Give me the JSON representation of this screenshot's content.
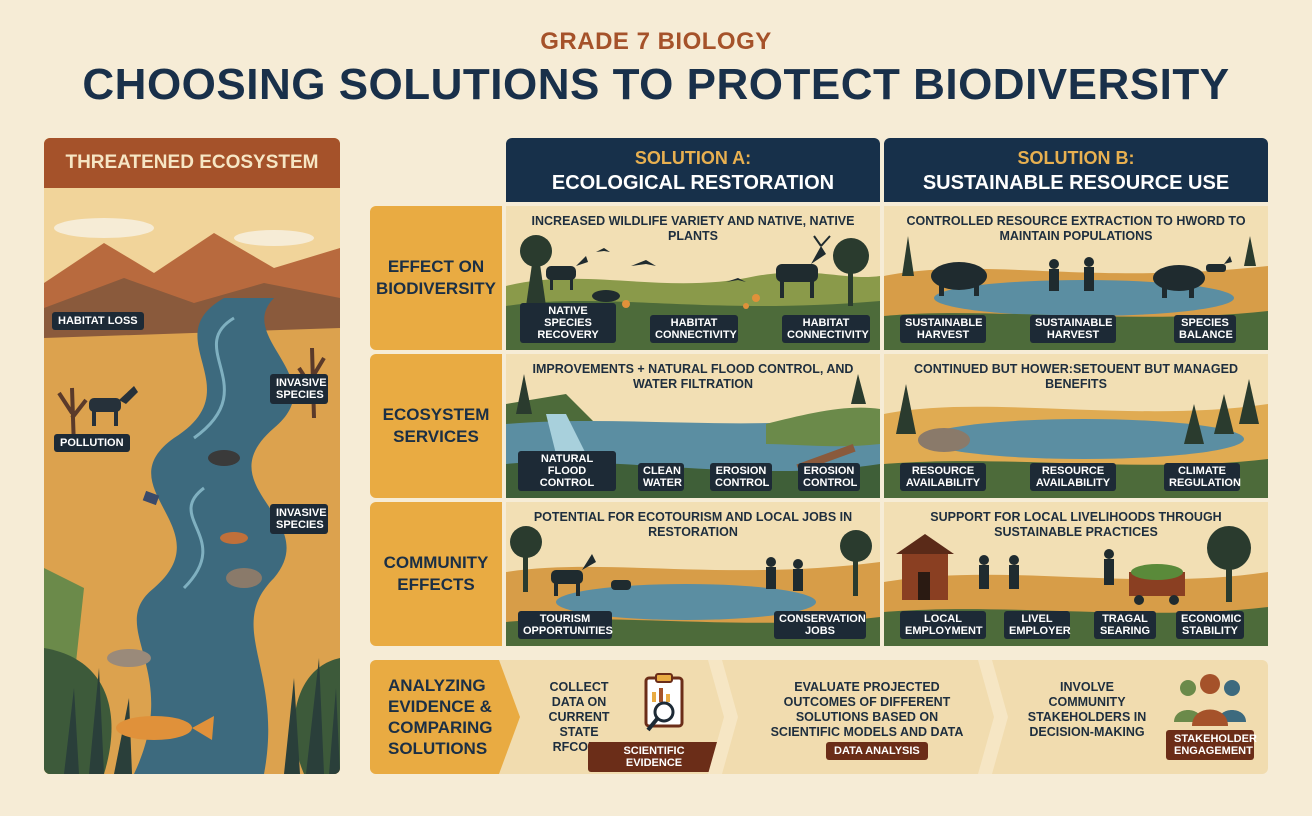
{
  "header": {
    "subtitle": "GRADE 7 BIOLOGY",
    "title": "CHOOSING SOLUTIONS TO PROTECT BIODIVERSITY"
  },
  "left_panel": {
    "title": "THREATENED ECOSYSTEM",
    "tags": [
      "HABITAT LOSS",
      "INVASIVE SPECIES",
      "POLLUTION",
      "INVASIVE SPECIES"
    ]
  },
  "columns": {
    "a": {
      "label": "SOLUTION A:",
      "name": "ECOLOGICAL RESTORATION"
    },
    "b": {
      "label": "SOLUTION B:",
      "name": "SUSTAINABLE RESOURCE USE"
    }
  },
  "rows": [
    {
      "label": "EFFECT ON BIODIVERSITY",
      "a": {
        "text": "INCREASED WILDLIFE VARIETY AND NATIVE, NATIVE PLANTS",
        "tags": [
          "NATIVE SPECIES RECOVERY",
          "HABITAT CONNECTIVITY",
          "HABITAT CONNECTIVITY"
        ]
      },
      "b": {
        "text": "CONTROLLED RESOURCE EXTRACTION TO HWORD TO MAINTAIN POPULATIONS",
        "tags": [
          "SUSTAINABLE HARVEST",
          "SUSTAINABLE HARVEST",
          "SPECIES BALANCE"
        ]
      }
    },
    {
      "label": "ECOSYSTEM SERVICES",
      "a": {
        "text": "IMPROVEMENTS + NATURAL FLOOD CONTROL, AND WATER FILTRATION",
        "tags": [
          "NATURAL FLOOD CONTROL",
          "CLEAN WATER",
          "EROSION CONTROL",
          "EROSION CONTROL"
        ]
      },
      "b": {
        "text": "CONTINUED BUT HOWER:SETOUENT BUT MANAGED BENEFITS",
        "tags": [
          "RESOURCE AVAILABILITY",
          "RESOURCE AVAILABILITY",
          "CLIMATE REGULATION"
        ]
      }
    },
    {
      "label": "COMMUNITY EFFECTS",
      "a": {
        "text": "POTENTIAL FOR ECOTOURISM AND LOCAL JOBS IN RESTORATION",
        "tags": [
          "TOURISM OPPORTUNITIES",
          "CONSERVATION JOBS"
        ]
      },
      "b": {
        "text": "SUPPORT FOR LOCAL LIVELIHOODS THROUGH SUSTAINABLE PRACTICES",
        "tags": [
          "LOCAL EMPLOYMENT",
          "LIVEL EMPLOYER",
          "TRAGAL SEARING",
          "ECONOMIC STABILITY"
        ]
      }
    }
  ],
  "analysis": {
    "label": "ANALYZING EVIDENCE & COMPARING SOLUTIONS",
    "steps": [
      {
        "text": "COLLECT DATA ON CURRENT STATE RFCORE",
        "badge": "SCIENTIFIC EVIDENCE",
        "icon": "clipboard-magnifier-icon"
      },
      {
        "text": "EVALUATE PROJECTED OUTCOMES OF DIFFERENT SOLUTIONS BASED ON SCIENTIFIC MODELS AND DATA",
        "badge": "DATA ANALYSIS"
      },
      {
        "text": "INVOLVE COMMUNITY STAKEHOLDERS IN DECISION-MAKING",
        "badge": "STAKEHOLDER ENGAGEMENT",
        "icon": "people-group-icon"
      }
    ]
  },
  "colors": {
    "navy": "#17304a",
    "orange": "#e9ab42",
    "rust": "#a5522a",
    "cream": "#f6ecd6"
  }
}
